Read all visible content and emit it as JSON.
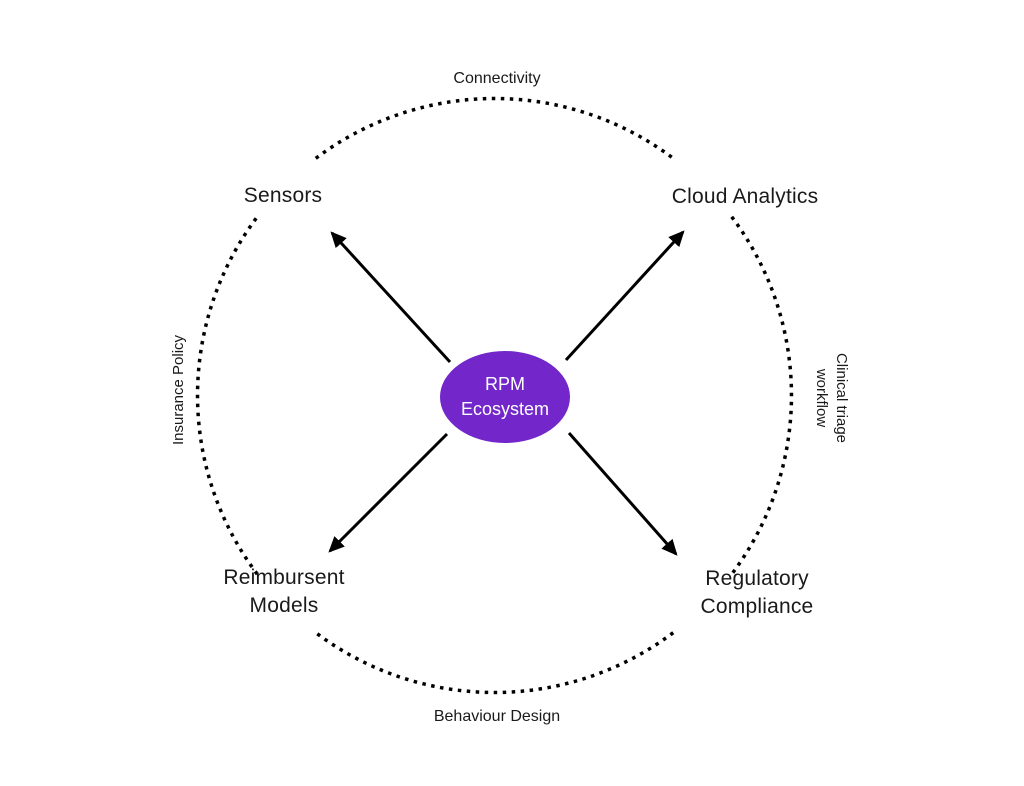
{
  "diagram": {
    "title": "RPM Ecosystem diagram",
    "center": {
      "line1": "RPM",
      "line2": "Ecosystem",
      "fill": "#7327CB",
      "text_color": "#ffffff"
    },
    "nodes": {
      "top_left": "Sensors",
      "top_right": "Cloud Analytics",
      "bottom_left_line1": "Reimbursent",
      "bottom_left_line2": "Models",
      "bottom_right_line1": "Regulatory",
      "bottom_right_line2": "Compliance"
    },
    "ring_labels": {
      "top": "Connectivity",
      "bottom": "Behaviour Design",
      "left": "Insurance Policy",
      "right_line1": "Clinical triage",
      "right_line2": "workflow"
    },
    "colors": {
      "arrow": "#000000",
      "ring": "#000000",
      "background": "#ffffff",
      "label_text": "#1a1a1a"
    }
  }
}
